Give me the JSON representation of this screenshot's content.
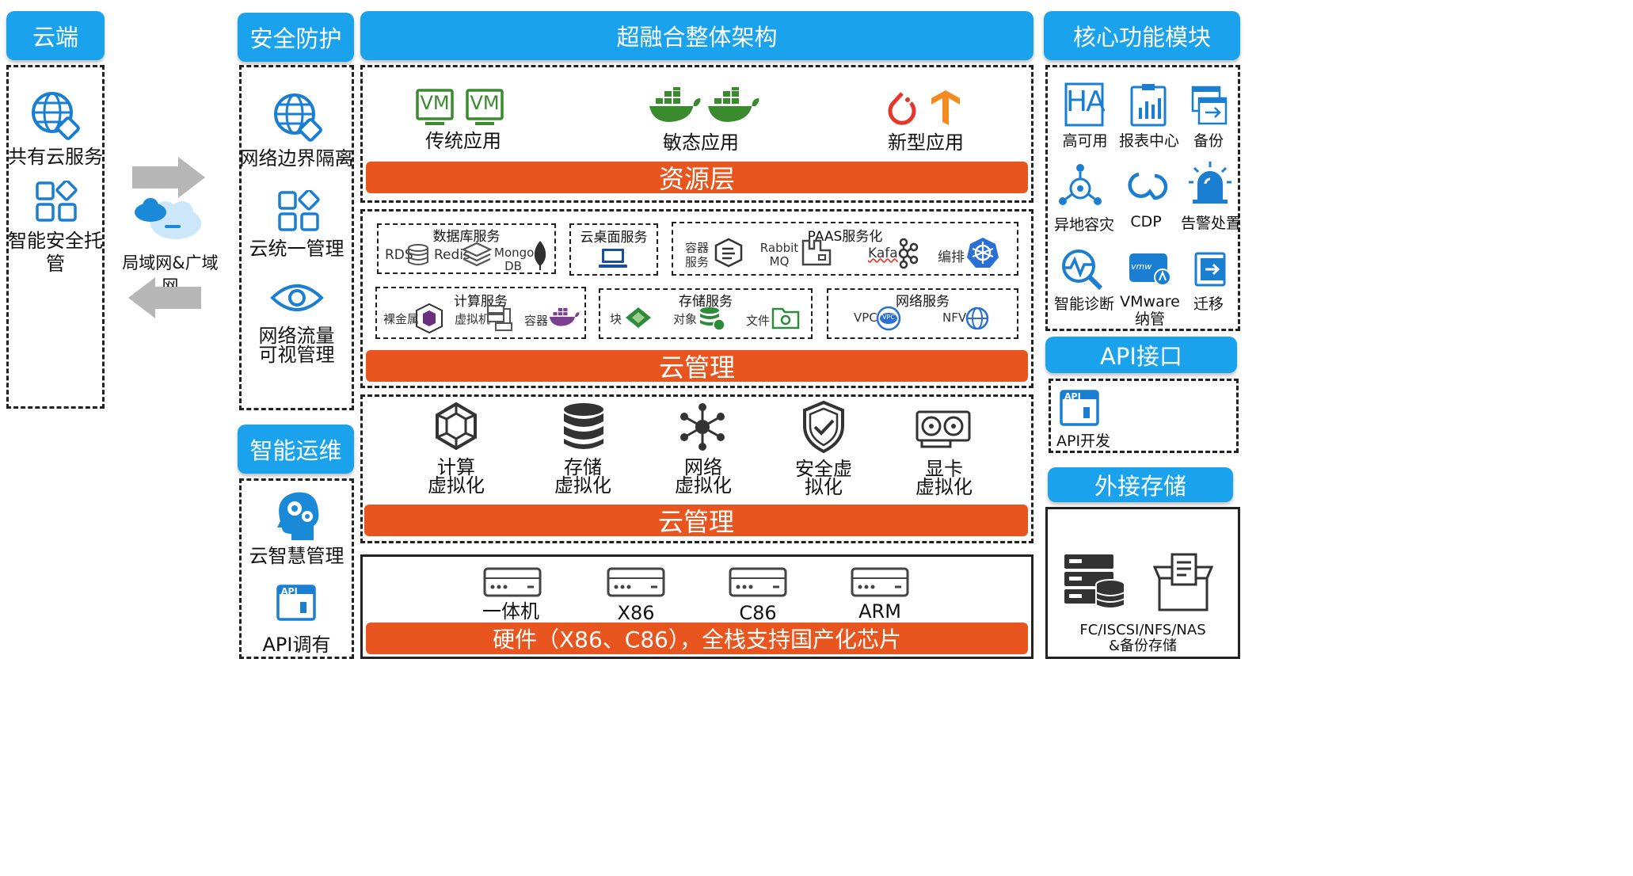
{
  "headers": {
    "cloud": "云端",
    "security": "安全防护",
    "hci": "超融合整体架构",
    "core": "核心功能模块",
    "ops": "智能运维",
    "api": "API接口",
    "storage": "外接存储"
  },
  "cloud_items": [
    "共有云服务",
    "智能安全托管"
  ],
  "network_label": "局域网&广域网",
  "security_items": [
    "网络边界隔离",
    "云统一管理",
    "网络流量",
    "可视管理"
  ],
  "ops_items": [
    "云智慧管理",
    "API调有"
  ],
  "apps": {
    "traditional": "传统应用",
    "sensitive": "敏态应用",
    "new": "新型应用",
    "vm_badge": "VM"
  },
  "bars": {
    "resource": "资源层",
    "cloud_mgmt_1": "云管理",
    "cloud_mgmt_2": "云管理",
    "hardware": "硬件（X86、C86），全栈支持国产化芯片"
  },
  "services": {
    "db": {
      "title": "数据库服务",
      "rds": "RDS",
      "redis": "Redis",
      "mongo1": "Mongo",
      "mongo2": "DB"
    },
    "desktop": {
      "title": "云桌面服务"
    },
    "paas": {
      "title": "PAAS服务化",
      "container1": "容器",
      "container2": "服务",
      "rabbit1": "Rabbit",
      "rabbit2": "MQ",
      "kafka": "Kafa",
      "orch": "编排"
    },
    "compute": {
      "title": "计算服务",
      "bare": "裸金属",
      "vm": "虚拟机",
      "container": "容器"
    },
    "storage": {
      "title": "存储服务",
      "block": "块",
      "object": "对象",
      "file": "文件"
    },
    "network": {
      "title": "网络服务",
      "vpc": "VPC",
      "vpc_badge": "VPC",
      "nfv": "NFV"
    }
  },
  "virtualization": [
    {
      "l1": "计算",
      "l2": "虚拟化"
    },
    {
      "l1": "存储",
      "l2": "虚拟化"
    },
    {
      "l1": "网络",
      "l2": "虚拟化"
    },
    {
      "l1": "安全虚",
      "l2": "拟化"
    },
    {
      "l1": "显卡",
      "l2": "虚拟化"
    }
  ],
  "hardware": [
    "一体机",
    "X86",
    "C86",
    "ARM"
  ],
  "core_modules": [
    {
      "l1": "高可用",
      "l2": ""
    },
    {
      "l1": "报表中心",
      "l2": ""
    },
    {
      "l1": "备份",
      "l2": ""
    },
    {
      "l1": "异地容灾",
      "l2": ""
    },
    {
      "l1": "CDP",
      "l2": ""
    },
    {
      "l1": "告警处置",
      "l2": ""
    },
    {
      "l1": "智能诊断",
      "l2": ""
    },
    {
      "l1": "VMware",
      "l2": "纳管"
    },
    {
      "l1": "迁移",
      "l2": ""
    }
  ],
  "core_badges": {
    "ha": "HA",
    "vmware": "vmw"
  },
  "api_item": "API开发",
  "api_badge": "API",
  "storage_text": {
    "l1": "FC/ISCSI/NFS/NAS",
    "l2": "&备份存储"
  },
  "colors": {
    "blue": "#1aa3ec",
    "orange": "#e8551e",
    "green": "#3a8a2e"
  }
}
